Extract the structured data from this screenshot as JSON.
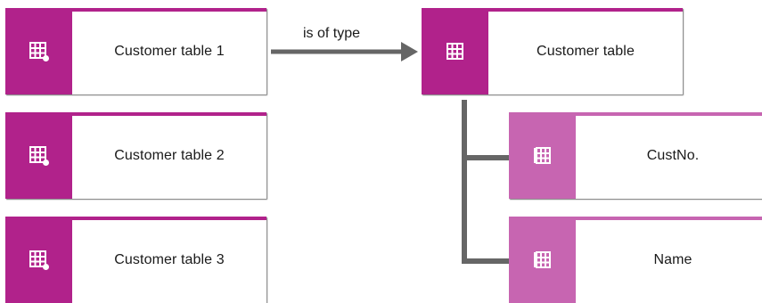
{
  "colors": {
    "table_accent": "#b1228b",
    "column_accent": "#c765b1",
    "connector": "#666666"
  },
  "tables": [
    {
      "label": "Customer table 1",
      "icon": "table-instance-icon"
    },
    {
      "label": "Customer table 2",
      "icon": "table-instance-icon"
    },
    {
      "label": "Customer table 3",
      "icon": "table-instance-icon"
    }
  ],
  "type_node": {
    "label": "Customer table",
    "icon": "table-icon"
  },
  "relation_label": "is of type",
  "columns": [
    {
      "label": "CustNo.",
      "icon": "column-icon"
    },
    {
      "label": "Name",
      "icon": "column-icon"
    }
  ]
}
